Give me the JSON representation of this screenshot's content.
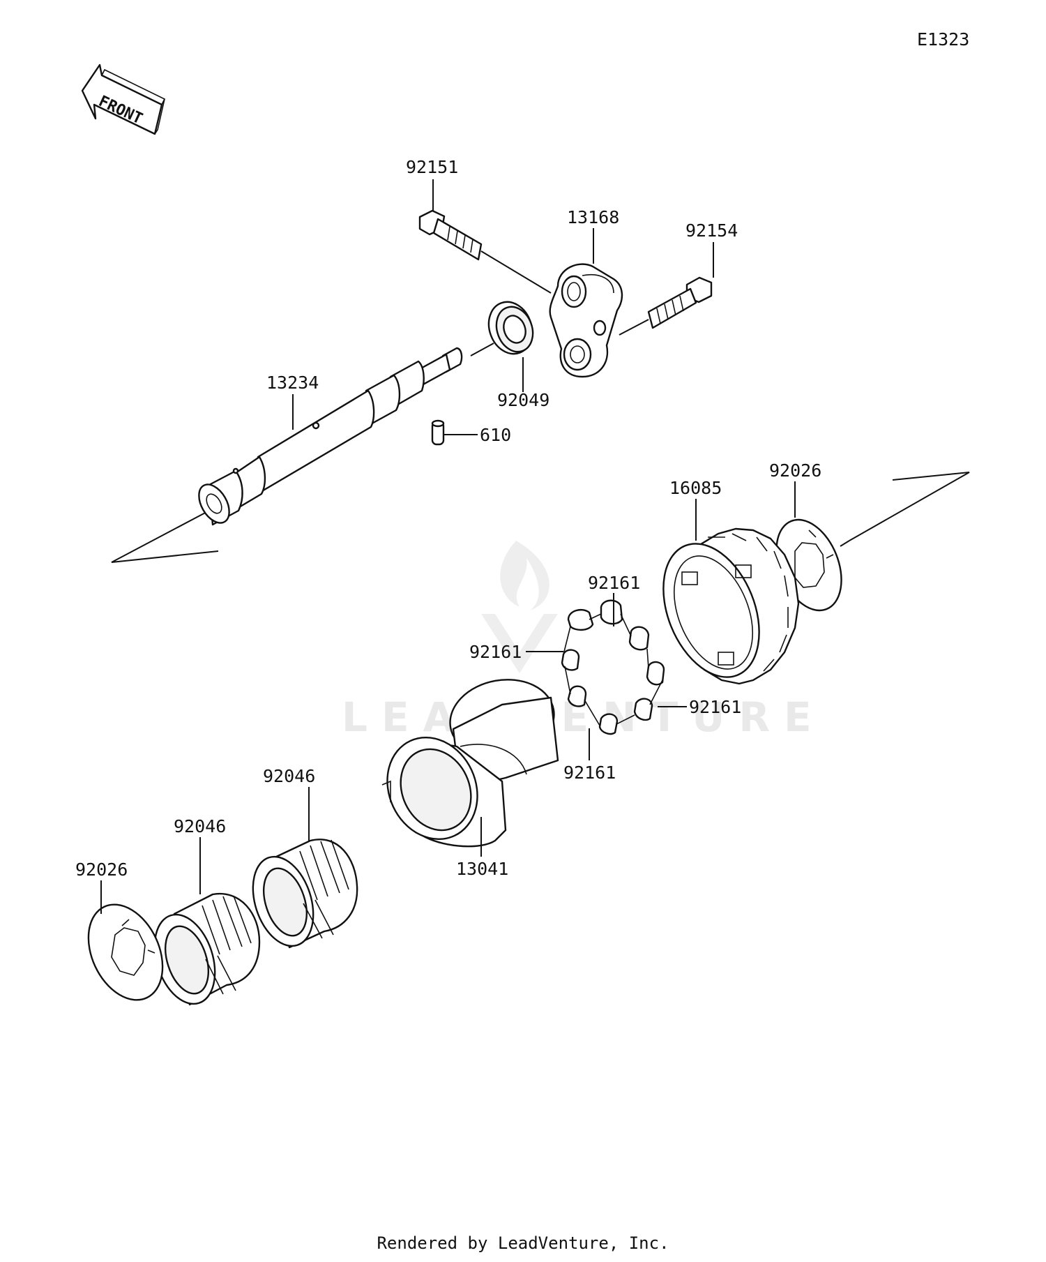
{
  "diagram_code": "E1323",
  "front_arrow_text": "FRONT",
  "watermark": "LEADVENTURE",
  "footer": "Rendered by LeadVenture, Inc.",
  "labels": {
    "p92151": "92151",
    "p13168": "13168",
    "p92154": "92154",
    "p13234": "13234",
    "p92049": "92049",
    "p610": "610",
    "p16085": "16085",
    "p92026_top": "92026",
    "p92161_top": "92161",
    "p92161_left": "92161",
    "p92161_right": "92161",
    "p92161_bottom": "92161",
    "p92046_upper": "92046",
    "p92046_lower": "92046",
    "p13041": "13041",
    "p92026_bottom": "92026"
  }
}
